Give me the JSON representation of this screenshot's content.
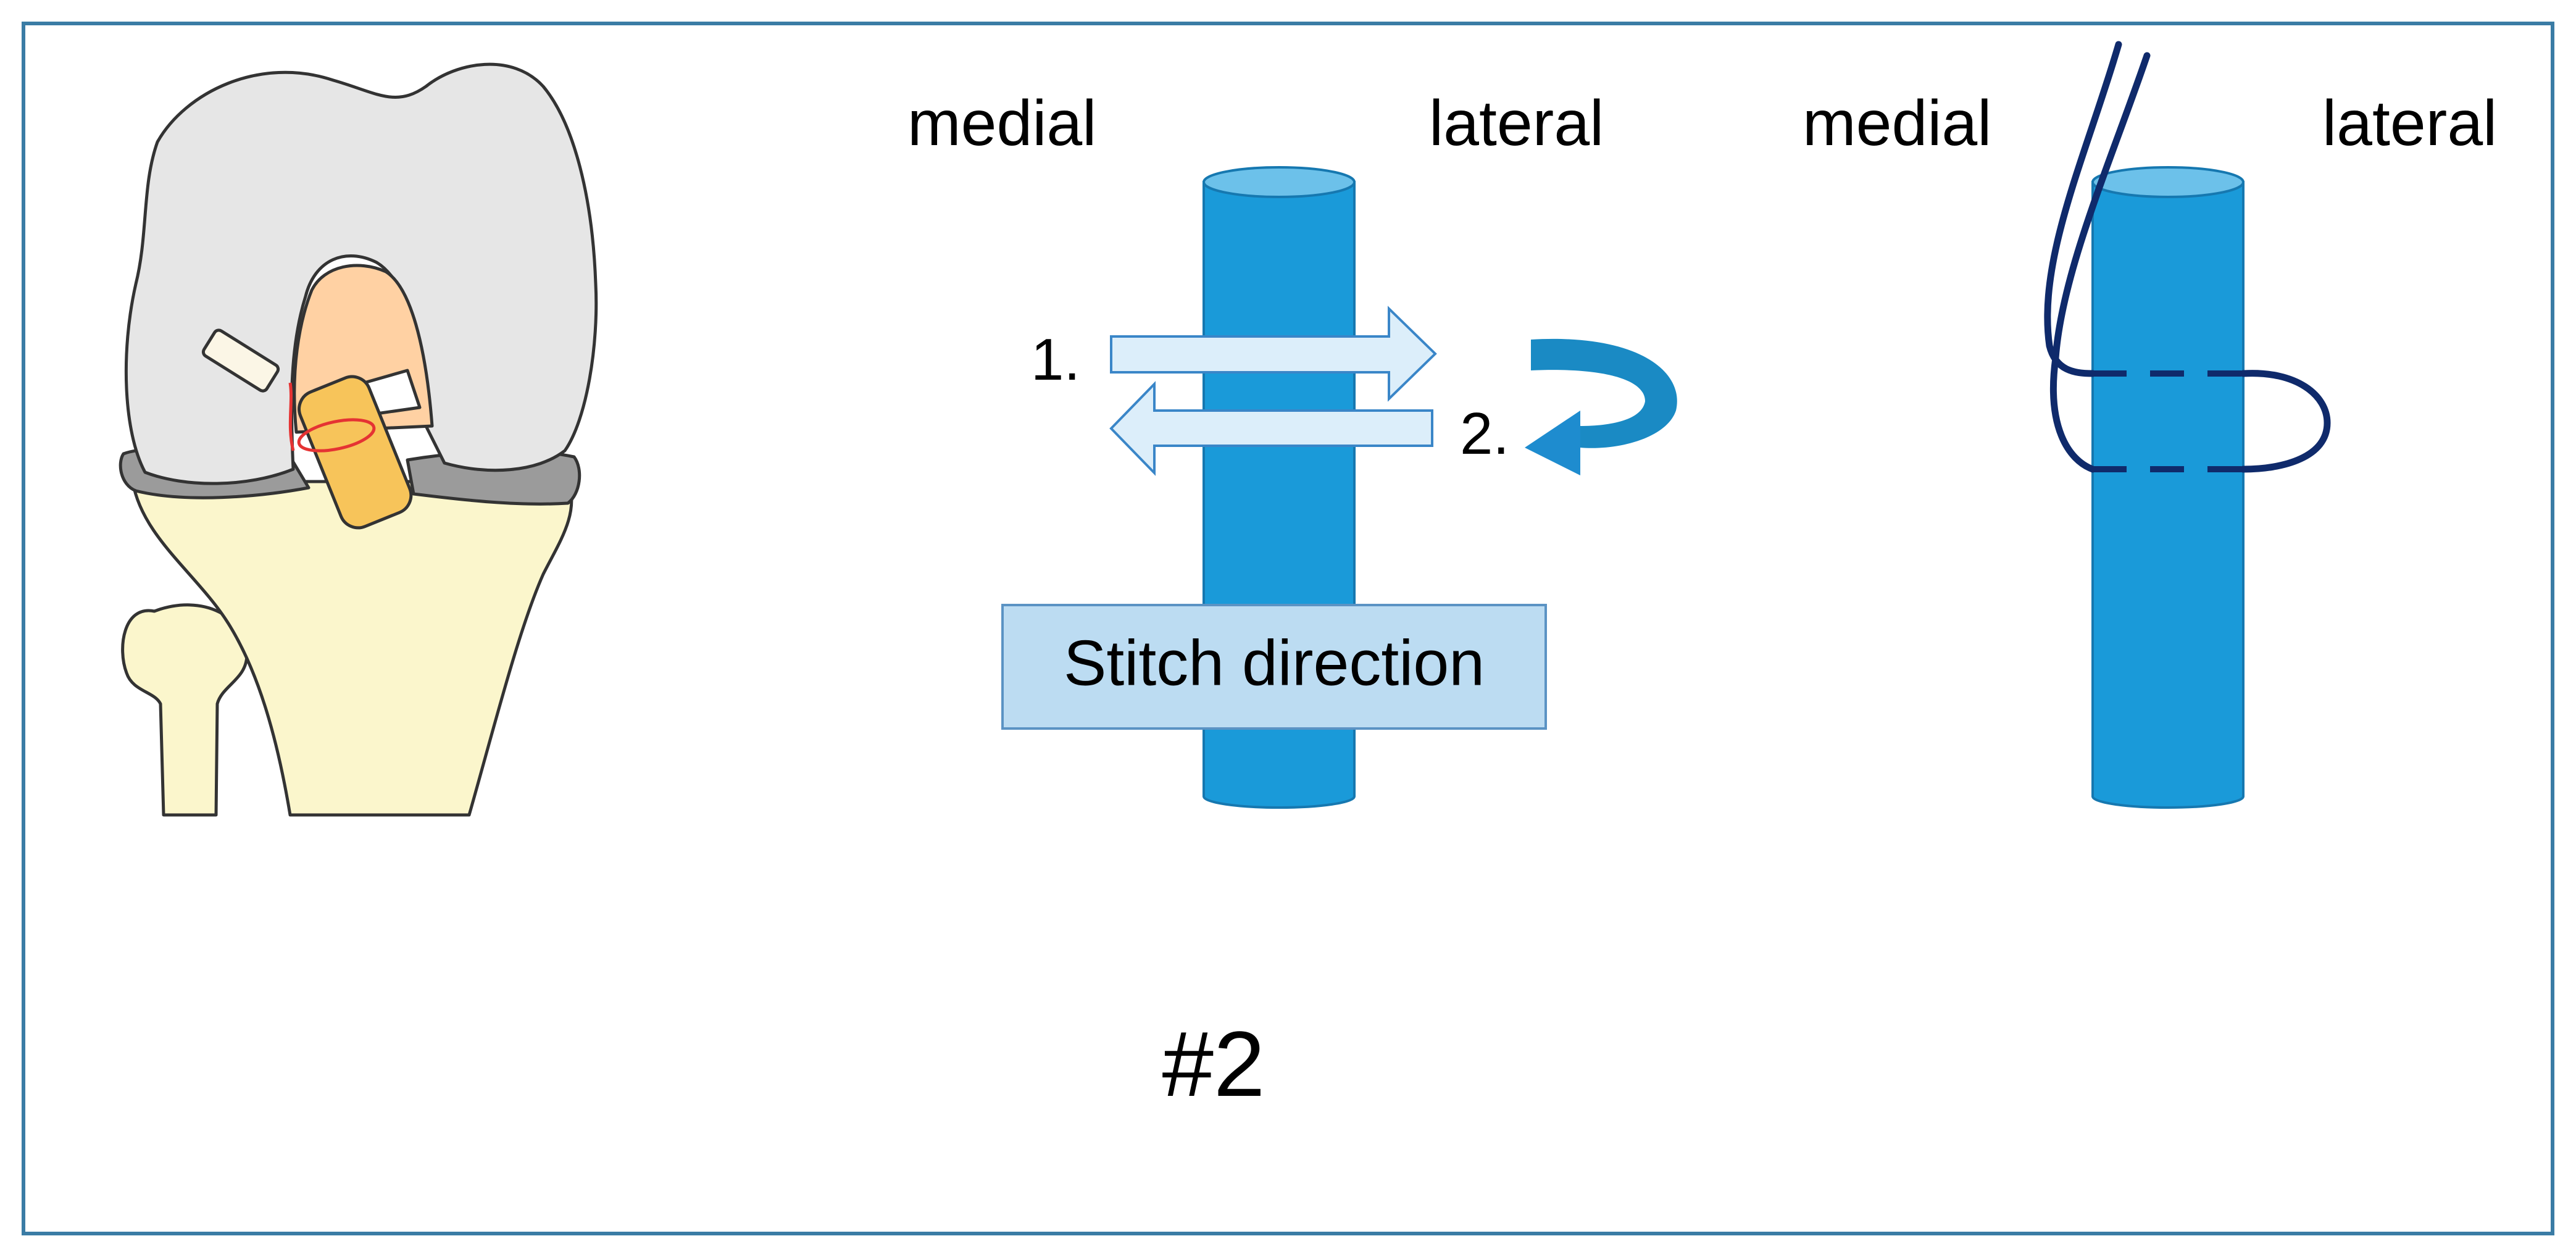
{
  "labels": {
    "medial_1": "medial",
    "lateral_1": "lateral",
    "medial_2": "medial",
    "lateral_2": "lateral",
    "step_1": "1.",
    "step_2": "2.",
    "stitch_direction": "Stitch direction",
    "figure_number": "#2"
  },
  "colors": {
    "frame": "#3a7ca5",
    "cylinder": "#1a9ad9",
    "cylinder_top": "#6cc1ea",
    "cylinder_stroke": "#1678b0",
    "arrow_fill": "#dceefa",
    "arrow_stroke": "#3a86c8",
    "curved_arrow": "#1e8ccf",
    "stitch_box_fill": "#bcdcf2",
    "stitch_box_stroke": "#5b93c4",
    "suture": "#0f2a6b",
    "femur": "#e6e6e6",
    "meniscus": "#9b9b9b",
    "tibia": "#fbf6cc",
    "notch": "#ffd1a3",
    "graft": "#f7c45a",
    "red_suture": "#e53333"
  },
  "icons": {
    "knee": "knee-joint-illustration",
    "cylinder": "ligament-cylinder-icon",
    "arrow_right": "arrow-right-icon",
    "arrow_left": "arrow-left-icon",
    "curved_arrow": "curved-arrow-icon"
  }
}
